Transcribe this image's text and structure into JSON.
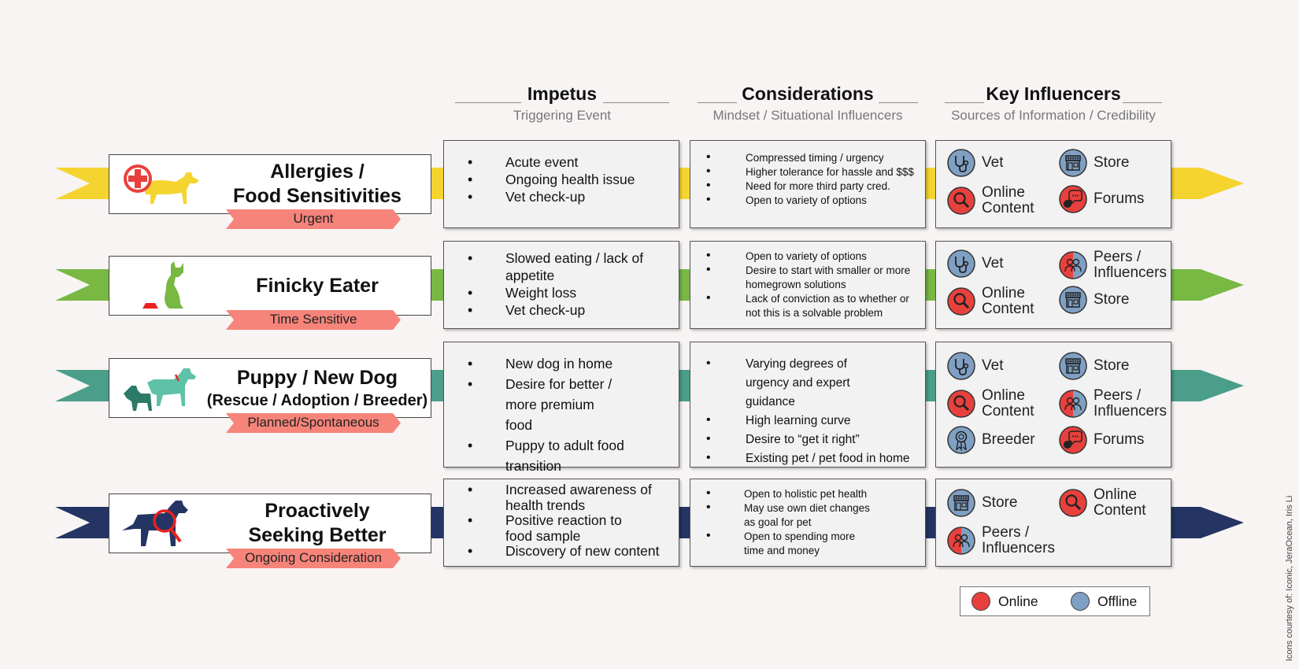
{
  "columns": {
    "impetus": {
      "title": "Impetus",
      "subtitle": "Triggering Event"
    },
    "considerations": {
      "title": "Considerations",
      "subtitle": "Mindset / Situational Influencers"
    },
    "influencers": {
      "title": "Key Influencers",
      "subtitle": "Sources of Information / Credibility"
    }
  },
  "rows": [
    {
      "color": "#f5d430",
      "title_lines": [
        "Allergies /",
        "Food Sensitivities"
      ],
      "tag": "Urgent",
      "impetus": [
        "Acute event",
        "Ongoing health issue",
        "Vet check-up"
      ],
      "considerations": [
        "Compressed timing / urgency",
        "Higher tolerance for hassle and $$$",
        "Need for more third party cred.",
        "Open to variety of options"
      ],
      "influencers": [
        {
          "label": "Vet",
          "icon": "stethoscope-icon",
          "type": "offline"
        },
        {
          "label": "Store",
          "icon": "storefront-icon",
          "type": "offline"
        },
        {
          "label": "Online Content",
          "icon": "magnifier-icon",
          "type": "online"
        },
        {
          "label": "Forums",
          "icon": "chat-bubbles-icon",
          "type": "online"
        }
      ]
    },
    {
      "color": "#78b843",
      "title_lines": [
        "Finicky Eater"
      ],
      "tag": "Time Sensitive",
      "impetus": [
        "Slowed eating / lack of appetite",
        "Weight loss",
        "Vet check-up"
      ],
      "considerations": [
        "Open to variety of options",
        "Desire to start with smaller or more homegrown solutions",
        "Lack of conviction as to whether or not this is a solvable problem"
      ],
      "influencers": [
        {
          "label": "Vet",
          "icon": "stethoscope-icon",
          "type": "offline"
        },
        {
          "label": "Peers / Influencers",
          "icon": "people-icon",
          "type": "mixed"
        },
        {
          "label": "Online Content",
          "icon": "magnifier-icon",
          "type": "online"
        },
        {
          "label": "Store",
          "icon": "storefront-icon",
          "type": "offline"
        }
      ]
    },
    {
      "color": "#4a9e8a",
      "title_lines": [
        "Puppy / New Dog"
      ],
      "title_sub": "(Rescue / Adoption / Breeder)",
      "tag": "Planned/Spontaneous",
      "impetus": [
        "New dog in home",
        "Desire for better / more premium food",
        "Puppy to adult food transition"
      ],
      "considerations": [
        "Varying degrees of urgency and expert guidance",
        "High learning curve",
        "Desire to “get it right”",
        "Existing pet / pet food in home"
      ],
      "influencers": [
        {
          "label": "Vet",
          "icon": "stethoscope-icon",
          "type": "offline"
        },
        {
          "label": "Store",
          "icon": "storefront-icon",
          "type": "offline"
        },
        {
          "label": "Online Content",
          "icon": "magnifier-icon",
          "type": "online"
        },
        {
          "label": "Peers / Influencers",
          "icon": "people-icon",
          "type": "mixed"
        },
        {
          "label": "Breeder",
          "icon": "ribbon-icon",
          "type": "offline"
        },
        {
          "label": "Forums",
          "icon": "chat-bubbles-icon",
          "type": "online"
        }
      ]
    },
    {
      "color": "#243463",
      "title_lines": [
        "Proactively",
        "Seeking Better"
      ],
      "tag": "Ongoing Consideration",
      "impetus": [
        "Increased awareness of health trends",
        "Positive reaction to food sample",
        "Discovery of new content"
      ],
      "considerations": [
        "Open to holistic pet health",
        "May use own diet changes as goal for pet",
        "Open to spending more time and money"
      ],
      "influencers": [
        {
          "label": "Store",
          "icon": "storefront-icon",
          "type": "offline"
        },
        {
          "label": "Online Content",
          "icon": "magnifier-icon",
          "type": "online"
        },
        {
          "label": "Peers / Influencers",
          "icon": "people-icon",
          "type": "mixed"
        }
      ]
    }
  ],
  "legend": {
    "online": "Online",
    "offline": "Offline",
    "online_color": "#e8413d",
    "offline_color": "#7fa0c4"
  },
  "credit": "Icons courtesy of: Iconic, JeraOcean, Iris Li",
  "tag_color": "#f6847a"
}
